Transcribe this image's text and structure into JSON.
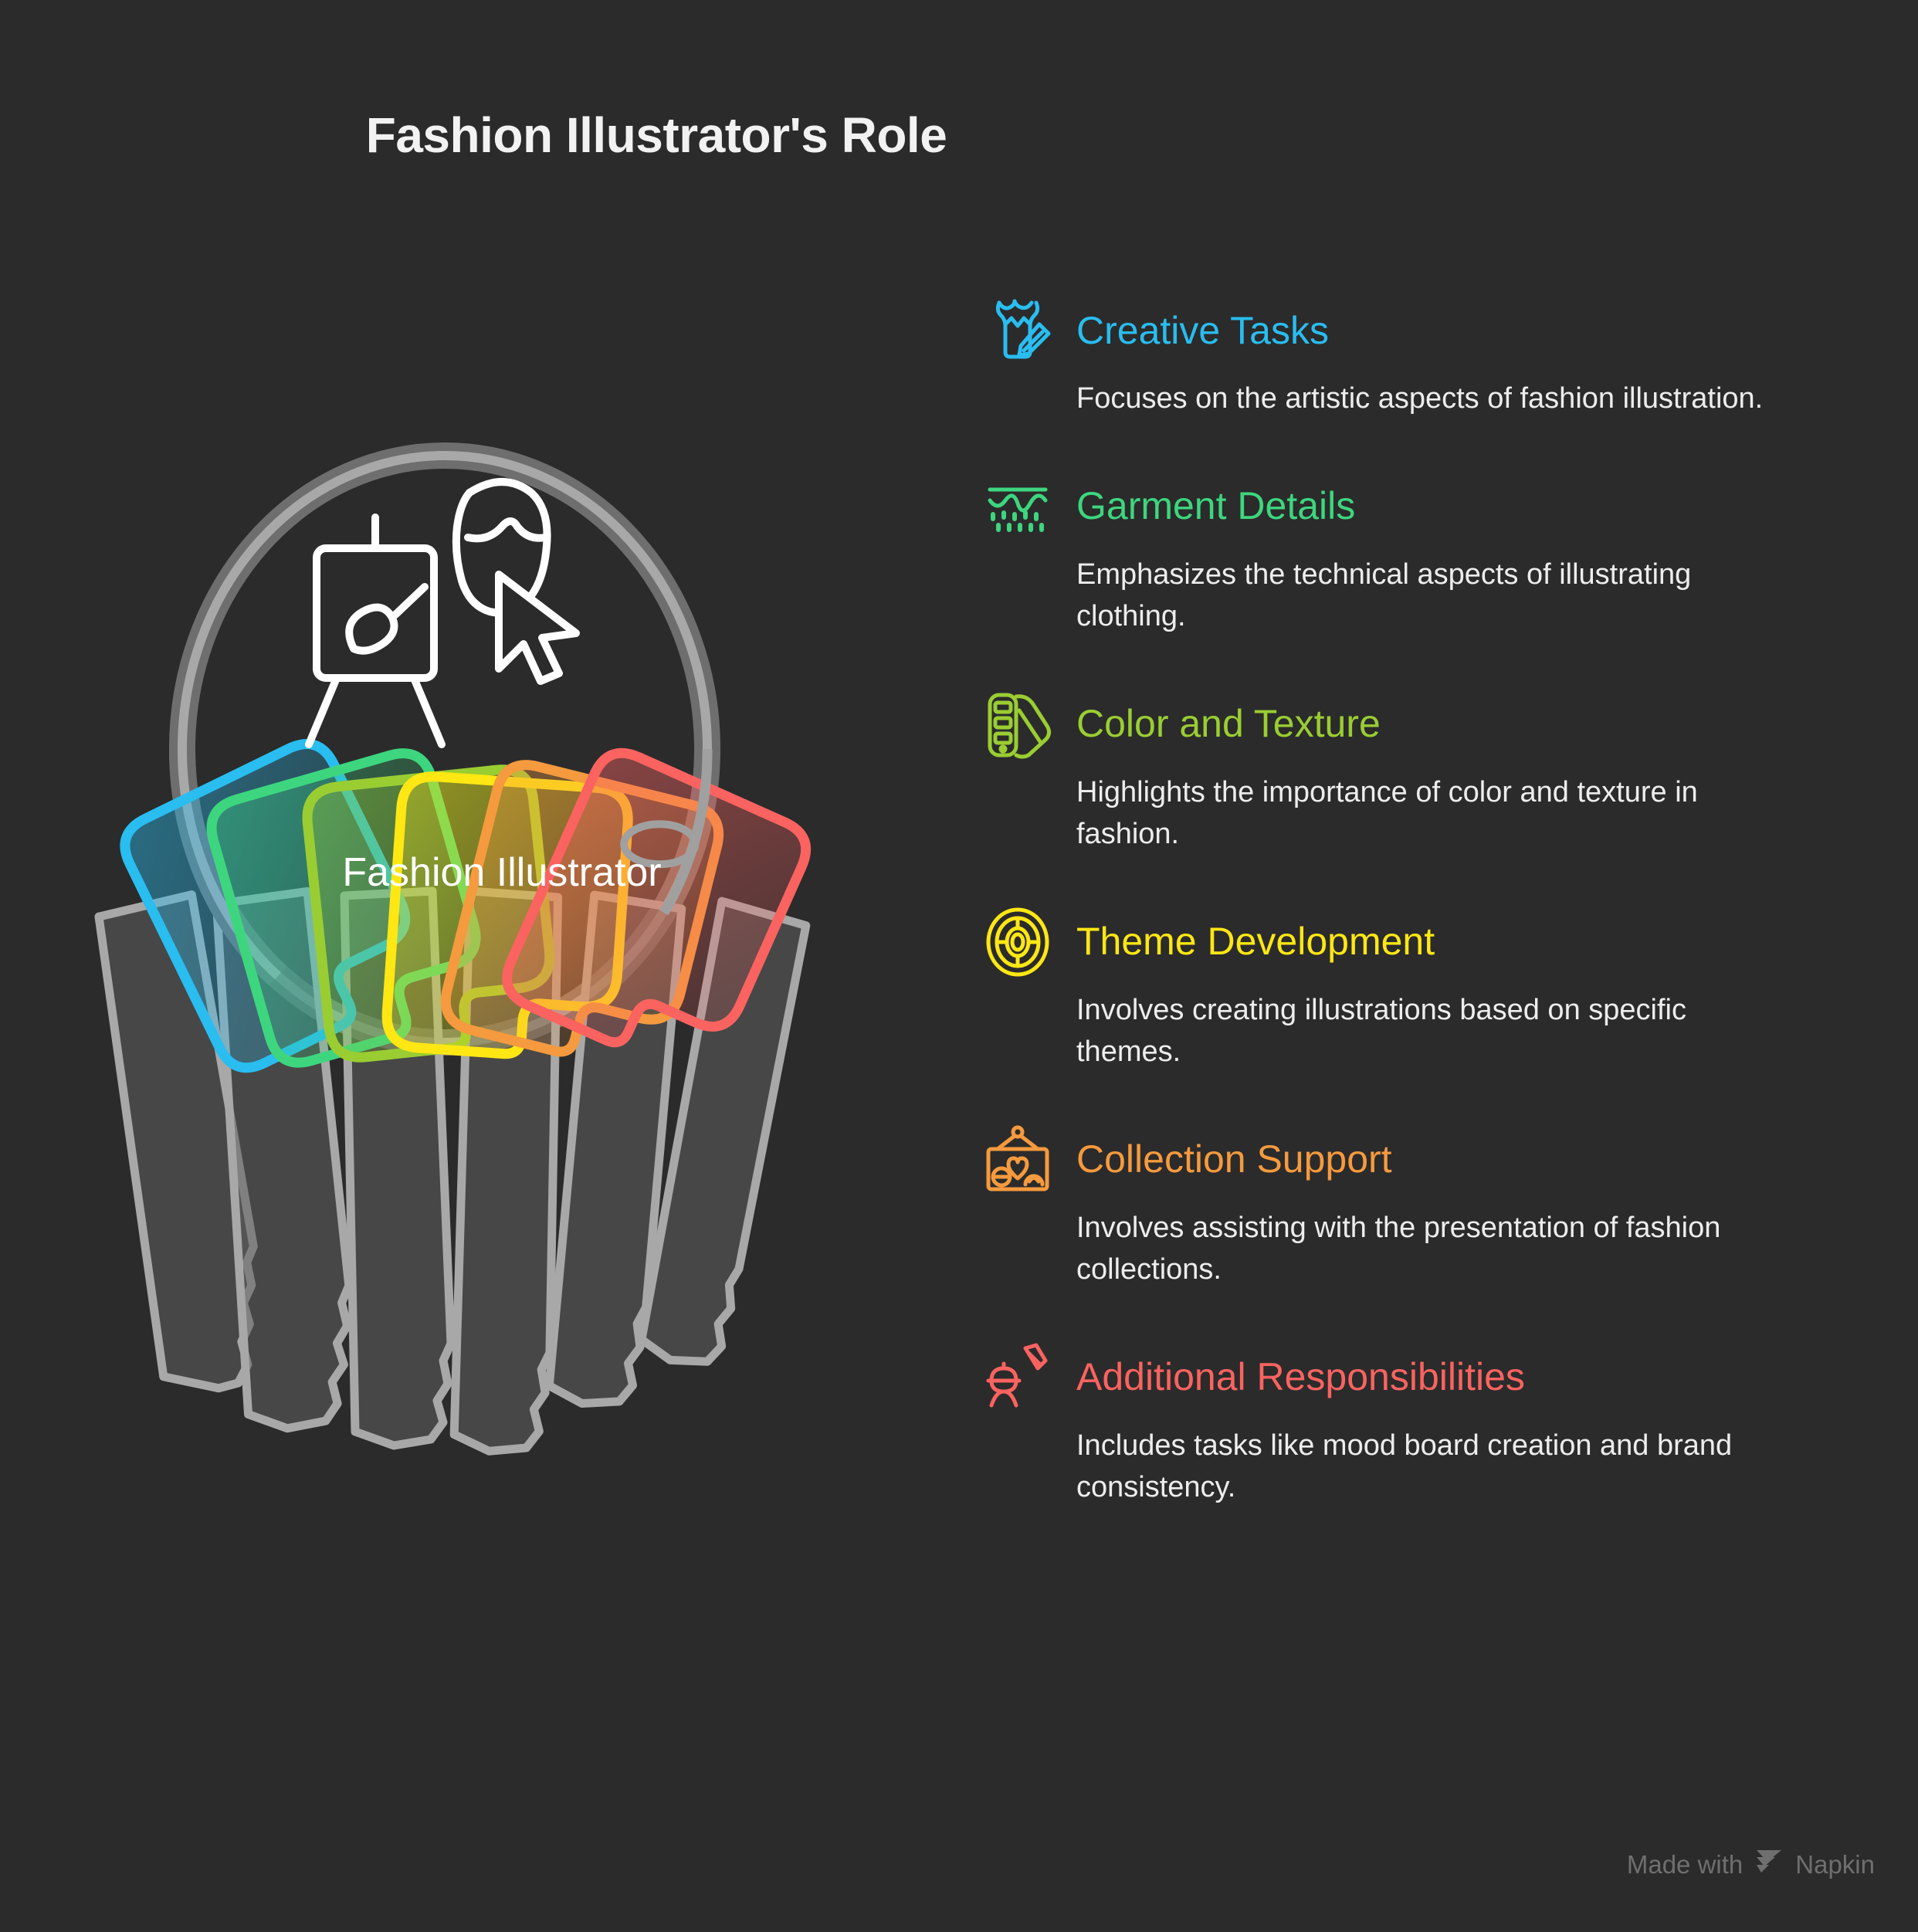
{
  "page": {
    "title": "Fashion Illustrator's Role",
    "background_color": "#2b2b2b"
  },
  "center": {
    "label": "Fashion Illustrator",
    "ring_color": "#9a9a9a",
    "icon_names": [
      "easel-paintbrush-icon",
      "face-cursor-icon"
    ]
  },
  "items": [
    {
      "title": "Creative Tasks",
      "description": "Focuses on the artistic aspects of fashion illustration.",
      "color": "#29BDF0",
      "icon": "dress-pencil-icon"
    },
    {
      "title": "Garment Details",
      "description": "Emphasizes the technical aspects of illustrating clothing.",
      "color": "#3DD67F",
      "icon": "fabric-stitch-icon"
    },
    {
      "title": "Color and Texture",
      "description": "Highlights the importance of color and texture in fashion.",
      "color": "#9ACD32",
      "icon": "color-swatch-fan-icon"
    },
    {
      "title": "Theme Development",
      "description": "Involves creating illustrations based on specific themes.",
      "color": "#FFE713",
      "icon": "theme-wheel-icon"
    },
    {
      "title": "Collection Support",
      "description": "Involves assisting with the presentation of fashion collections.",
      "color": "#F59A3E",
      "icon": "hanging-sign-icon"
    },
    {
      "title": "Additional Responsibilities",
      "description": "Includes tasks like mood board creation and brand consistency.",
      "color": "#FA6360",
      "icon": "mannequin-pencil-icon"
    }
  ],
  "footer": {
    "made_with": "Made with",
    "brand": "Napkin",
    "logo": "napkin-logo-icon",
    "color": "#6f6f6f"
  },
  "keyring": {
    "key_colors": [
      "#29BDF0",
      "#3DD67F",
      "#9ACD32",
      "#FFE713",
      "#F59A3E",
      "#FA6360"
    ],
    "blade_color": "#9a9a9a",
    "body_fill": "#5a5a5a"
  }
}
